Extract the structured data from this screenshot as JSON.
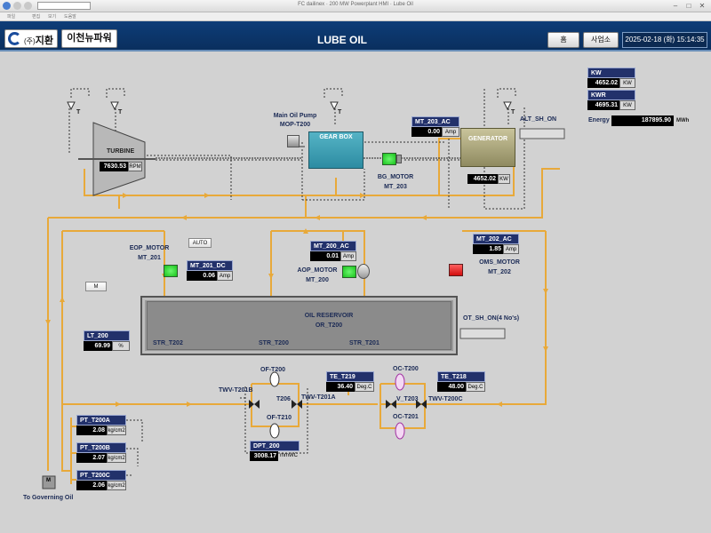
{
  "window": {
    "title": "FC dailinex · 200 MW Powerplant HMI · Lube Oil",
    "menu": [
      "파일",
      "편집",
      "보기",
      "도움말"
    ]
  },
  "header": {
    "company_prefix": "(주)",
    "company_name": "지환",
    "site": "이천뉴파워",
    "title": "LUBE OIL",
    "home_button": "홈",
    "office_button": "사업소",
    "datetime": "2025-02-18 (화) 15:14:35"
  },
  "power": {
    "kw": {
      "name": "KW",
      "value": "4652.02",
      "unit": "KW"
    },
    "kwr": {
      "name": "KWR",
      "value": "4695.31",
      "unit": "KW"
    },
    "energy": {
      "label": "Energy",
      "value": "187895.90",
      "unit": "MWh"
    }
  },
  "equipment": {
    "turbine": {
      "label": "TURBINE",
      "rpm": "7630.53",
      "rpm_unit": "RPM"
    },
    "main_oil_pump": {
      "label1": "Main Oil Pump",
      "label2": "MOP-T200"
    },
    "gear_box": "GEAR BOX",
    "generator": {
      "label": "GENERATOR",
      "kw": "4652.02",
      "unit": "KW"
    },
    "bg_motor": {
      "label1": "BG_MOTOR",
      "label2": "MT_203"
    },
    "alt_sh_on": "ALT_SH_ON",
    "eop_motor": {
      "label1": "EOP_MOTOR",
      "label2": "MT_201"
    },
    "aop_motor": {
      "label1": "AOP_MOTOR",
      "label2": "MT_200"
    },
    "oms_motor": {
      "label1": "OMS_MOTOR",
      "label2": "MT_202"
    },
    "reservoir": {
      "label1": "OIL RESERVOIR",
      "label2": "OR_T200"
    },
    "strainers": [
      "STR_T202",
      "STR_T200",
      "STR_T201"
    ],
    "ot_sh_on": "OT_SH_ON(4 No's)",
    "auto_button": "AUTO",
    "m_button": "M",
    "m_small": "M",
    "to_governing": "To Governing Oil",
    "temp_sensor": "T",
    "valves": {
      "twv_t201b": "TWV-T201B",
      "twv_t201a": "TWV-T201A",
      "twv_t200c": "TWV-T200C",
      "of_t200": "OF-T200",
      "of_t210": "OF-T210",
      "t206": "T206",
      "oc_t200": "OC-T200",
      "oc_t201": "OC-T201",
      "v_t203": "V_T203"
    }
  },
  "tags": {
    "mt_203_ac": {
      "name": "MT_203_AC",
      "value": "0.00",
      "unit": "Amp"
    },
    "mt_201_dc": {
      "name": "MT_201_DC",
      "value": "0.06",
      "unit": "Amp"
    },
    "mt_200_ac": {
      "name": "MT_200_AC",
      "value": "0.01",
      "unit": "Amp"
    },
    "mt_202_ac": {
      "name": "MT_202_AC",
      "value": "1.85",
      "unit": "Amp"
    },
    "lt_200": {
      "name": "LT_200",
      "value": "69.99",
      "unit": "%"
    },
    "te_t219": {
      "name": "TE_T219",
      "value": "36.40",
      "unit": "Deg.C"
    },
    "te_t218": {
      "name": "TE_T218",
      "value": "48.00",
      "unit": "Deg.C"
    },
    "dpt_200": {
      "name": "DPT_200",
      "value": "3008.17",
      "unit": "mmWC"
    },
    "pt_t200a": {
      "name": "PT_T200A",
      "value": "2.08",
      "unit": "kg/cm2"
    },
    "pt_t200b": {
      "name": "PT_T200B",
      "value": "2.07",
      "unit": "kg/cm2"
    },
    "pt_t200c": {
      "name": "PT_T200C",
      "value": "2.06",
      "unit": "kg/cm2"
    }
  },
  "colors": {
    "pipe": "#e8a93a",
    "header_bg": "#0e3d78",
    "tag_header": "#22316b",
    "running": "#19c21c",
    "stopped": "#e11b1b"
  }
}
